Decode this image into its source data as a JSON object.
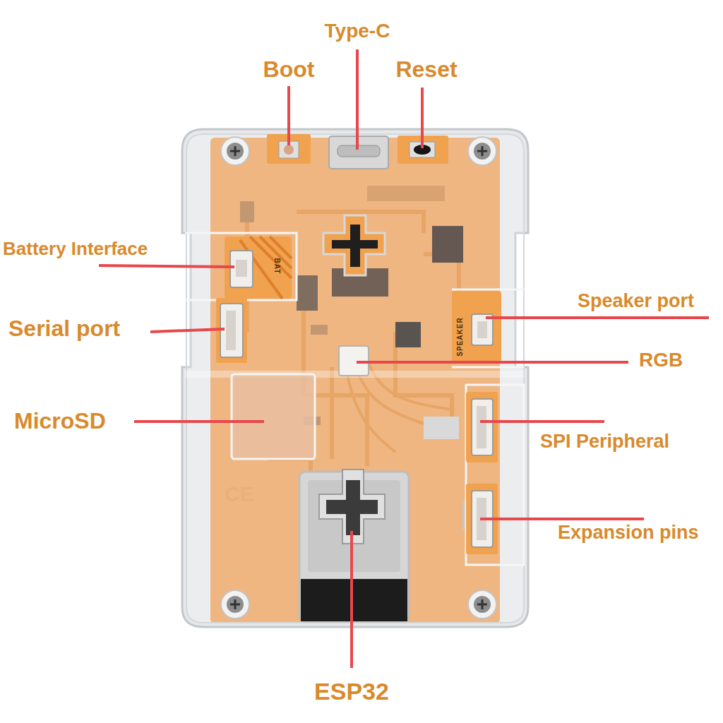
{
  "diagram": {
    "labels": [
      "Type-C",
      "Boot",
      "Reset",
      "Battery Interface",
      "BAT",
      "Serial port",
      "Speaker port",
      "SPEAKER",
      "RGB",
      "MicroSD",
      "SPI Peripheral",
      "Expansion pins",
      "ESP32"
    ]
  }
}
